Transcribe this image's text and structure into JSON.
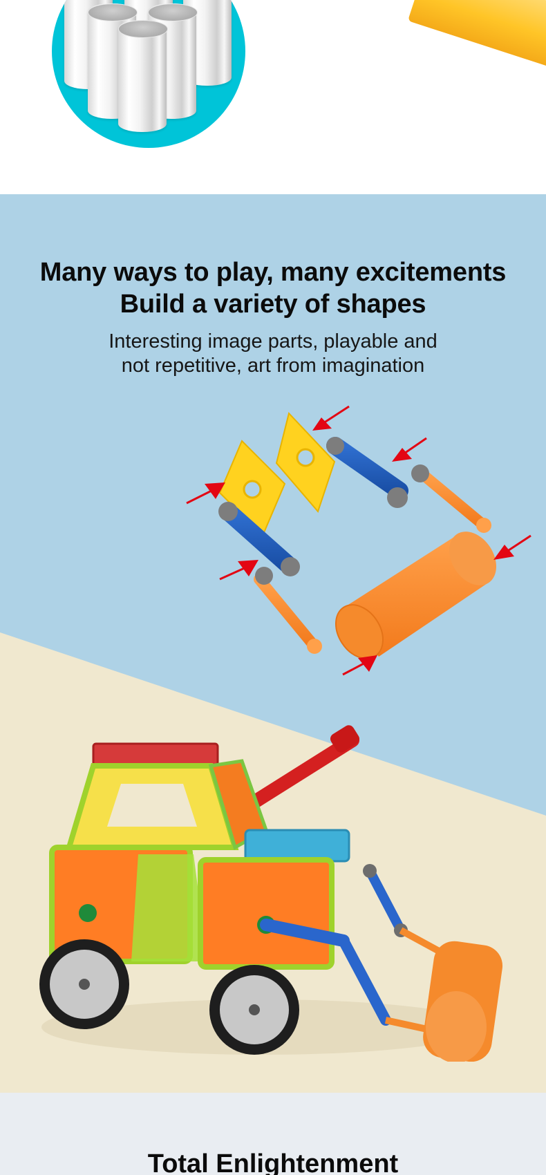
{
  "top_section": {
    "image_alt": "Cluster of silver cylindrical magnets on a cyan circle",
    "colors": {
      "circle": "#00c4d8",
      "background": "#ffffff",
      "rail": "#ffc21c"
    }
  },
  "play_section": {
    "heading_lines": [
      "Many ways to play, many excitements",
      "Build a variety of shapes"
    ],
    "subtext_lines": [
      "Interesting image parts, playable and",
      "not repetitive, art from imagination"
    ],
    "parts_diagram_alt": "Exploded view of connector parts: yellow square plates, blue links, orange arms and orange roller with red arrows",
    "vehicle_alt": "Assembled magnetic tile road roller vehicle with cannon, wheels and orange roller",
    "colors": {
      "sky": "#aed2e6",
      "floor": "#f0e8cf",
      "arrow": "#e30613"
    }
  },
  "bottom_section": {
    "title": "Total Enlightenment",
    "colors": {
      "background": "#e9edf2"
    }
  }
}
